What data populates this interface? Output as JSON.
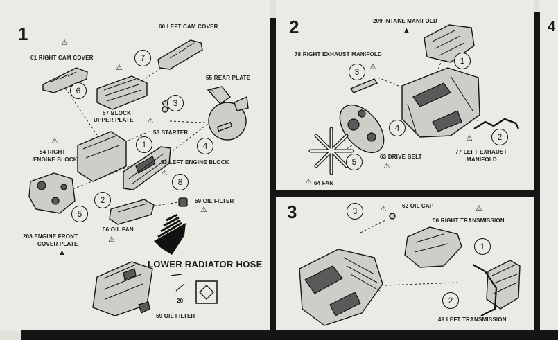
{
  "steps": [
    {
      "number": "1"
    },
    {
      "number": "2"
    },
    {
      "number": "3"
    },
    {
      "number": "4"
    }
  ],
  "panel1": {
    "labels": {
      "left_cam_cover": "60 LEFT CAM COVER",
      "right_cam_cover": "61 RIGHT CAM COVER",
      "rear_plate": "55 REAR PLATE",
      "block_upper_plate_1": "57 BLOCK",
      "block_upper_plate_2": "UPPER PLATE",
      "starter": "58 STARTER",
      "right_engine_block_1": "54 RIGHT",
      "right_engine_block_2": "ENGINE BLOCK",
      "left_engine_block": "53 LEFT ENGINE BLOCK",
      "oil_filter": "59 OIL FILTER",
      "front_cover_1": "208 ENGINE FRONT",
      "front_cover_2": "COVER PLATE",
      "oil_pan": "56 OIL PAN",
      "lower_radiator_hose": "LOWER RADIATOR HOSE",
      "oil_filter_2": "59 OIL FILTER",
      "twenty": "20"
    },
    "circles": [
      "7",
      "6",
      "3",
      "1",
      "4",
      "8",
      "2",
      "5"
    ]
  },
  "panel2": {
    "labels": {
      "intake_manifold": "209 INTAKE MANIFOLD",
      "right_exhaust": "78 RIGHT EXHAUST MANIFOLD",
      "drive_belt": "63 DRIVE BELT",
      "left_exhaust_1": "77 LEFT EXHAUST",
      "left_exhaust_2": "MANIFOLD",
      "fan": "64 FAN"
    },
    "circles": [
      "1",
      "3",
      "4",
      "2",
      "5"
    ]
  },
  "panel3": {
    "labels": {
      "oil_cap": "62 OIL CAP",
      "right_transmission": "50 RIGHT TRANSMISSION",
      "left_transmission": "49 LEFT TRANSMISSION"
    },
    "circles": [
      "3",
      "1",
      "2"
    ]
  },
  "icons": {
    "warning": "⚠",
    "filled_triangle": "▲"
  }
}
